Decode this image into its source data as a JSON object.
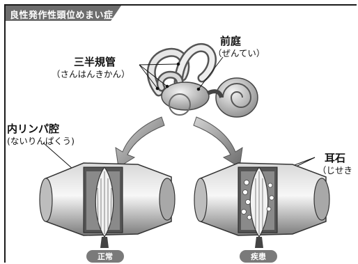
{
  "title": "良性発作性頭位めまい症",
  "labels": {
    "sankanki": "三半規管",
    "sankanki_reading": "（さんはんきかん）",
    "zentei": "前庭",
    "zentei_reading": "（ぜんてい）",
    "endolymph": "内リンパ腔",
    "endolymph_reading": "(ないりんぱくう)",
    "otolith": "耳石",
    "otolith_reading": "（じせき"
  },
  "panels": {
    "normal": "正常",
    "disease": "疾患"
  }
}
